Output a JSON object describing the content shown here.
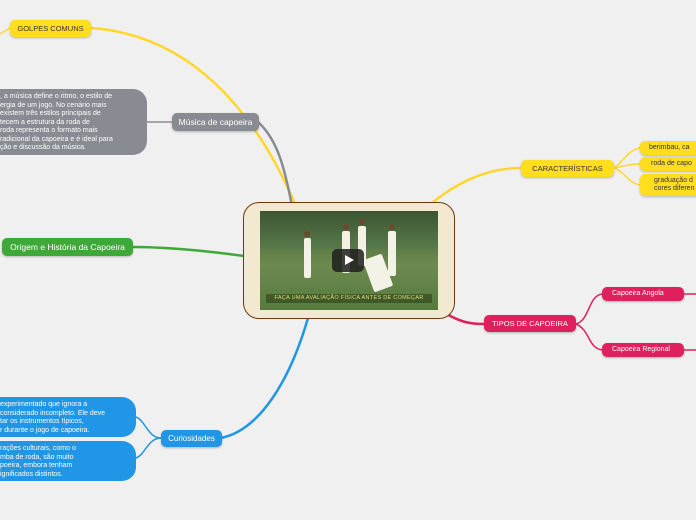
{
  "center": {
    "video_caption": "FAÇA UMA AVALIAÇÃO FÍSICA ANTES DE COMEÇAR",
    "icon": "play-icon"
  },
  "branches": {
    "musica": {
      "label": "Música de capoeira",
      "child_golpes": "GOLPES COMUNS",
      "note_lines": [
        ", a música define o ritmo, o estilo de",
        "ergia de um jogo. No cenário mais",
        "existem três estilos principais de",
        "tecem a estrutura da roda de",
        "roda representa o formato mais",
        "radicional da capoeira e é ideal para",
        "ção e discussão da música."
      ]
    },
    "origem": {
      "label": "Origem e História da Capoeira"
    },
    "curiosidades": {
      "label": "Curiosidades",
      "note1_lines": [
        "experimentado que ignora a",
        "considerado incompleto. Ele deve",
        "tar os instrumentos típicos,",
        "r durante o jogo de capoeira."
      ],
      "note2_lines": [
        "rações culturais, como o",
        "mba de roda, são muito",
        "poeira, embora tenham",
        "ignificados distintos."
      ]
    },
    "caracteristicas": {
      "label": "CARACTERÍSTICAS",
      "children": [
        "berimbau, ca",
        "roda de capo",
        "graduação d",
        "cores diferen"
      ]
    },
    "tipos": {
      "label": "TIPOS DE CAPOEIRA",
      "children": [
        "Capoeira Angola",
        "Capoeira Regional"
      ]
    }
  },
  "colors": {
    "background": "#f0f0f0",
    "yellow": "#ffde20",
    "gray": "#888c92",
    "green": "#3ea938",
    "blue": "#2196e6",
    "pink": "#e0205c",
    "center_border": "#6b3a15"
  }
}
